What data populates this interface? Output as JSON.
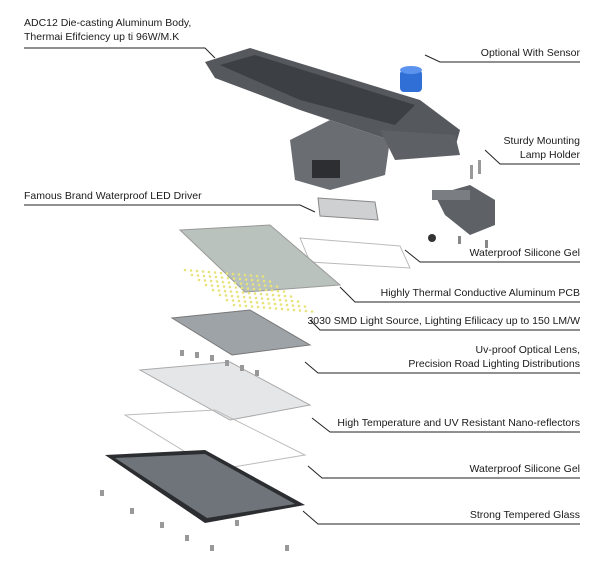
{
  "labels": {
    "body": [
      "ADC12 Die-casting Aluminum Body,",
      "Thermai Efifciency up ti 96W/M.K"
    ],
    "sensor": "Optional With Sensor",
    "holder": [
      "Sturdy Mounting",
      "Lamp Holder"
    ],
    "driver": "Famous Brand Waterproof LED Driver",
    "gel_top": "Waterproof Silicone Gel",
    "pcb": "Highly Thermal Conductive Aluminum PCB",
    "led": "3030 SMD Light Source, Lighting Efilicacy up to 150 LM/W",
    "lens": [
      "Uv-proof Optical Lens,",
      "Precision Road Lighting Distributions"
    ],
    "reflector": "High Temperature and UV Resistant Nano-reflectors",
    "gel_bottom": "Waterproof Silicone Gel",
    "glass": "Strong Tempered Glass"
  },
  "colors": {
    "sensor": "#2f6fd6",
    "housing": "#4a4d52",
    "line": "#222222"
  }
}
